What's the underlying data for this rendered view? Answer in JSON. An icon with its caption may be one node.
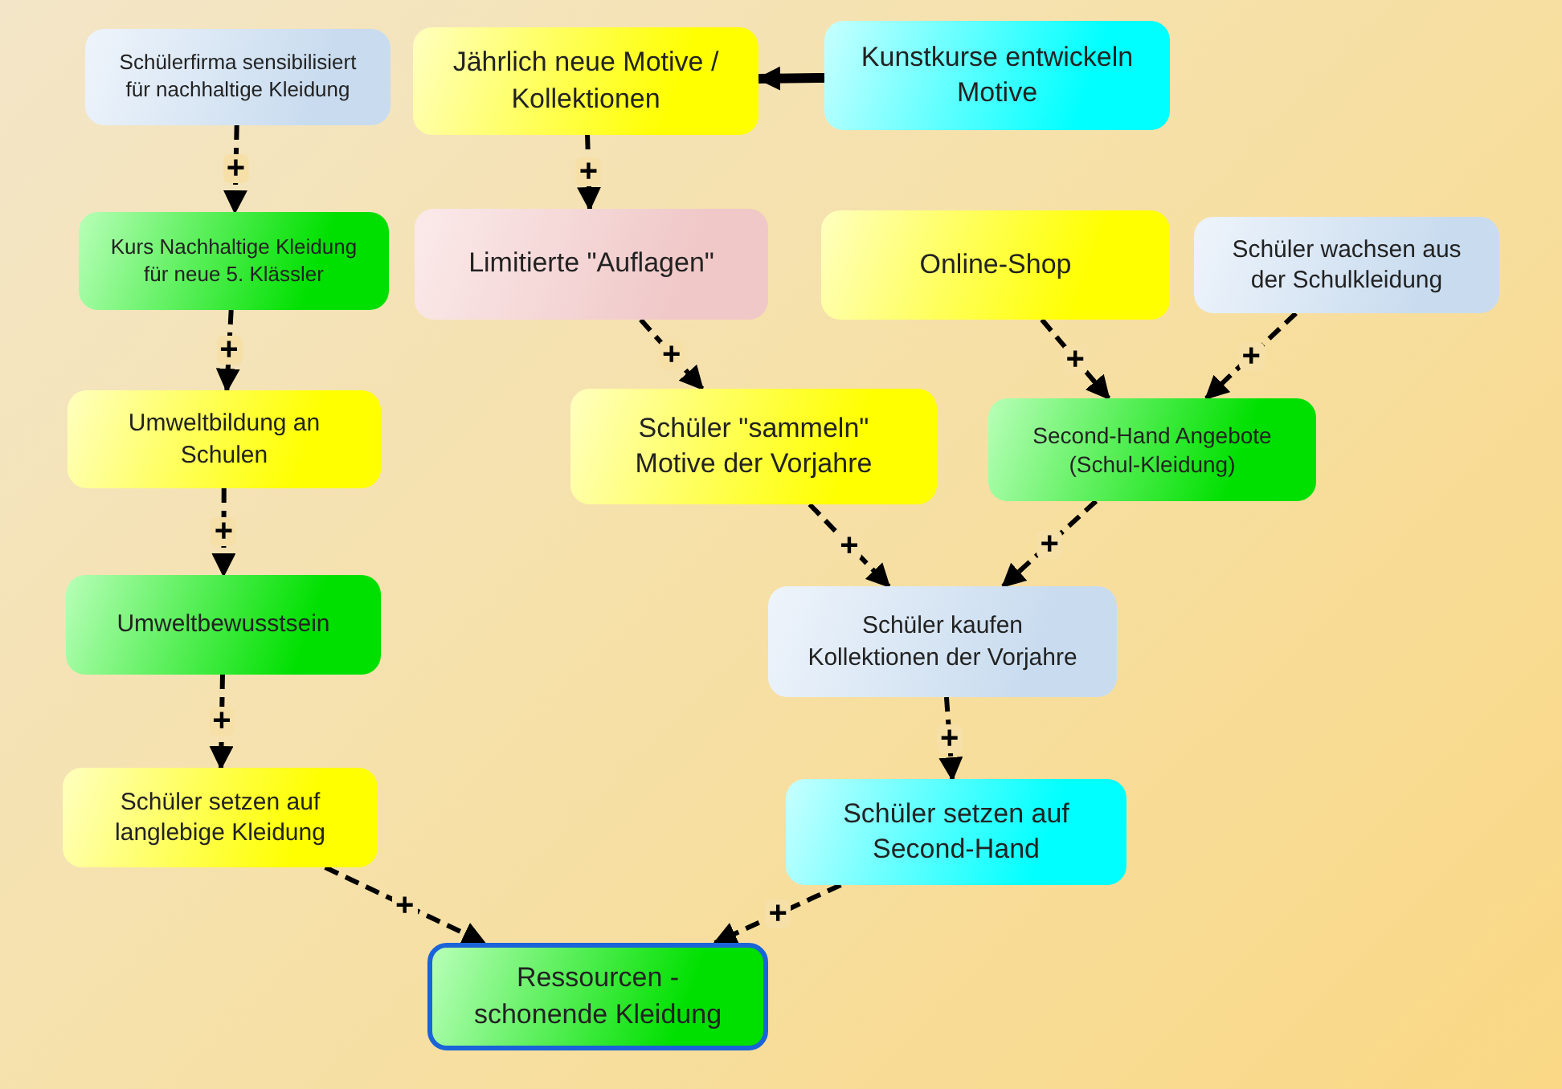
{
  "diagram": {
    "nodes": [
      {
        "text": [
          "Schülerfirma sensibilisiert für nachhaltige Kleidung"
        ]
      },
      {
        "text": [
          "Jährlich neue Motive / Kollektionen"
        ]
      },
      {
        "text": [
          "Kunstkurse entwickeln Motive"
        ]
      },
      {
        "text": [
          "Kurs Nachhaltige Kleidung für neue 5. Klässler"
        ]
      },
      {
        "text": [
          "Limitierte \"Auflagen\""
        ]
      },
      {
        "text": [
          "Online-Shop"
        ]
      },
      {
        "text": [
          "Schüler wachsen aus der Schulkleidung"
        ]
      },
      {
        "text": [
          "Umweltbildung an Schulen"
        ]
      },
      {
        "text": [
          "Schüler \"sammeln\" Motive der Vorjahre"
        ]
      },
      {
        "text": [
          "Second-Hand Angebote (Schul-Kleidung)"
        ]
      },
      {
        "text": [
          "Umweltbewusstsein"
        ]
      },
      {
        "text": [
          "Schüler kaufen Kollektionen der Vorjahre"
        ]
      },
      {
        "text": [
          "Schüler setzen auf langlebige Kleidung"
        ]
      },
      {
        "text": [
          "Schüler setzen auf Second-Hand"
        ]
      },
      {
        "text": [
          "Ressourcen - schonende Kleidung"
        ]
      }
    ],
    "edges": [
      {
        "from": 0,
        "to": 3,
        "arrow": "to",
        "label": "+",
        "style": "dashed"
      },
      {
        "from": 2,
        "to": 1,
        "arrow": "to",
        "style": "thick"
      },
      {
        "from": 1,
        "to": 4,
        "arrow": "to",
        "label": "+",
        "style": "dashed"
      },
      {
        "from": 3,
        "to": 7,
        "arrow": "to",
        "label": "+",
        "style": "dashed"
      },
      {
        "from": 4,
        "to": 8,
        "arrow": "to",
        "label": "+",
        "style": "dashed"
      },
      {
        "from": 5,
        "to": 9,
        "arrow": "to",
        "label": "+",
        "style": "dashed"
      },
      {
        "from": 6,
        "to": 9,
        "arrow": "to",
        "label": "+",
        "style": "dashed"
      },
      {
        "from": 7,
        "to": 10,
        "arrow": "to",
        "label": "+",
        "style": "dashed"
      },
      {
        "from": 8,
        "to": 11,
        "arrow": "to",
        "label": "+",
        "style": "dashed"
      },
      {
        "from": 9,
        "to": 11,
        "arrow": "to",
        "label": "+",
        "style": "dashed"
      },
      {
        "from": 10,
        "to": 12,
        "arrow": "to",
        "label": "+",
        "style": "dashed"
      },
      {
        "from": 11,
        "to": 13,
        "arrow": "to",
        "label": "+",
        "style": "dashed"
      },
      {
        "from": 12,
        "to": 14,
        "arrow": "to",
        "label": "+",
        "style": "dashed"
      },
      {
        "from": 13,
        "to": 14,
        "arrow": "to",
        "label": "+",
        "style": "dashed"
      }
    ]
  }
}
